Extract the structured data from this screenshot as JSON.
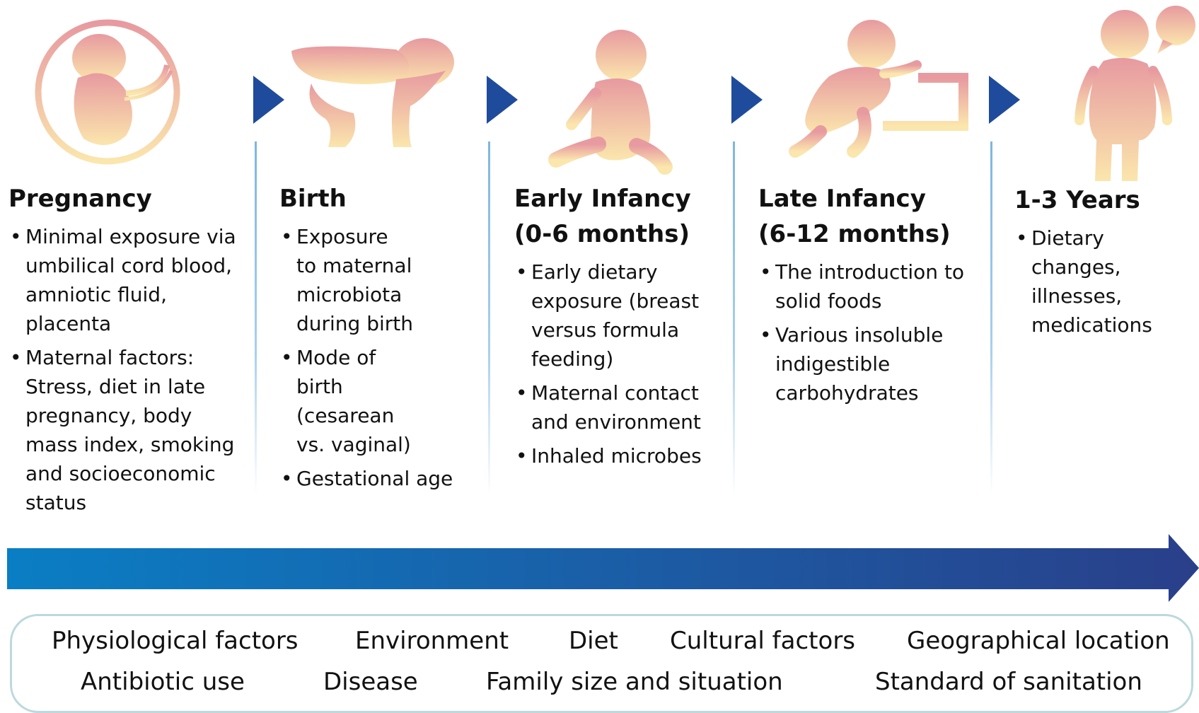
{
  "colors": {
    "figure_gradient_top": "#e79aa0",
    "figure_gradient_bottom": "#fbe6ad",
    "chevron": "#1f4b9c",
    "timeline_start": "#0a7ec4",
    "timeline_end": "#2a3f8a",
    "factor_border": "#bcd9dd",
    "divider": "#7fb6df"
  },
  "illustrations": [
    {
      "name": "fetus-in-womb-icon"
    },
    {
      "name": "newborn-held-by-hands-icon"
    },
    {
      "name": "sitting-baby-icon"
    },
    {
      "name": "crawling-baby-on-step-icon"
    },
    {
      "name": "toddler-with-speech-bubble-icon"
    }
  ],
  "stages": [
    {
      "title": "Pregnancy",
      "bullets": [
        "Minimal exposure via umbilical cord blood, amniotic fluid, placenta",
        "Maternal factors: Stress, diet in late pregnancy, body mass index, smoking and socioeconomic status"
      ]
    },
    {
      "title": "Birth",
      "bullets": [
        "Exposure to maternal microbiota during birth",
        "Mode of birth (cesarean vs. vaginal)",
        "Gestational age"
      ]
    },
    {
      "title": "Early Infancy (0-6 months)",
      "bullets": [
        "Early dietary exposure (breast versus formula feeding)",
        "Maternal contact and environment",
        "Inhaled microbes"
      ]
    },
    {
      "title": "Late Infancy (6-12 months)",
      "bullets": [
        "The introduction to solid foods",
        "Various insoluble indigestible carbohydrates"
      ]
    },
    {
      "title": "1-3 Years",
      "bullets": [
        "Dietary changes, illnesses, medications"
      ]
    }
  ],
  "factors": [
    "Physiological factors",
    "Environment",
    "Diet",
    "Cultural factors",
    "Geographical location",
    "Antibiotic use",
    "Disease",
    "Family size and situation",
    "Standard of sanitation"
  ]
}
